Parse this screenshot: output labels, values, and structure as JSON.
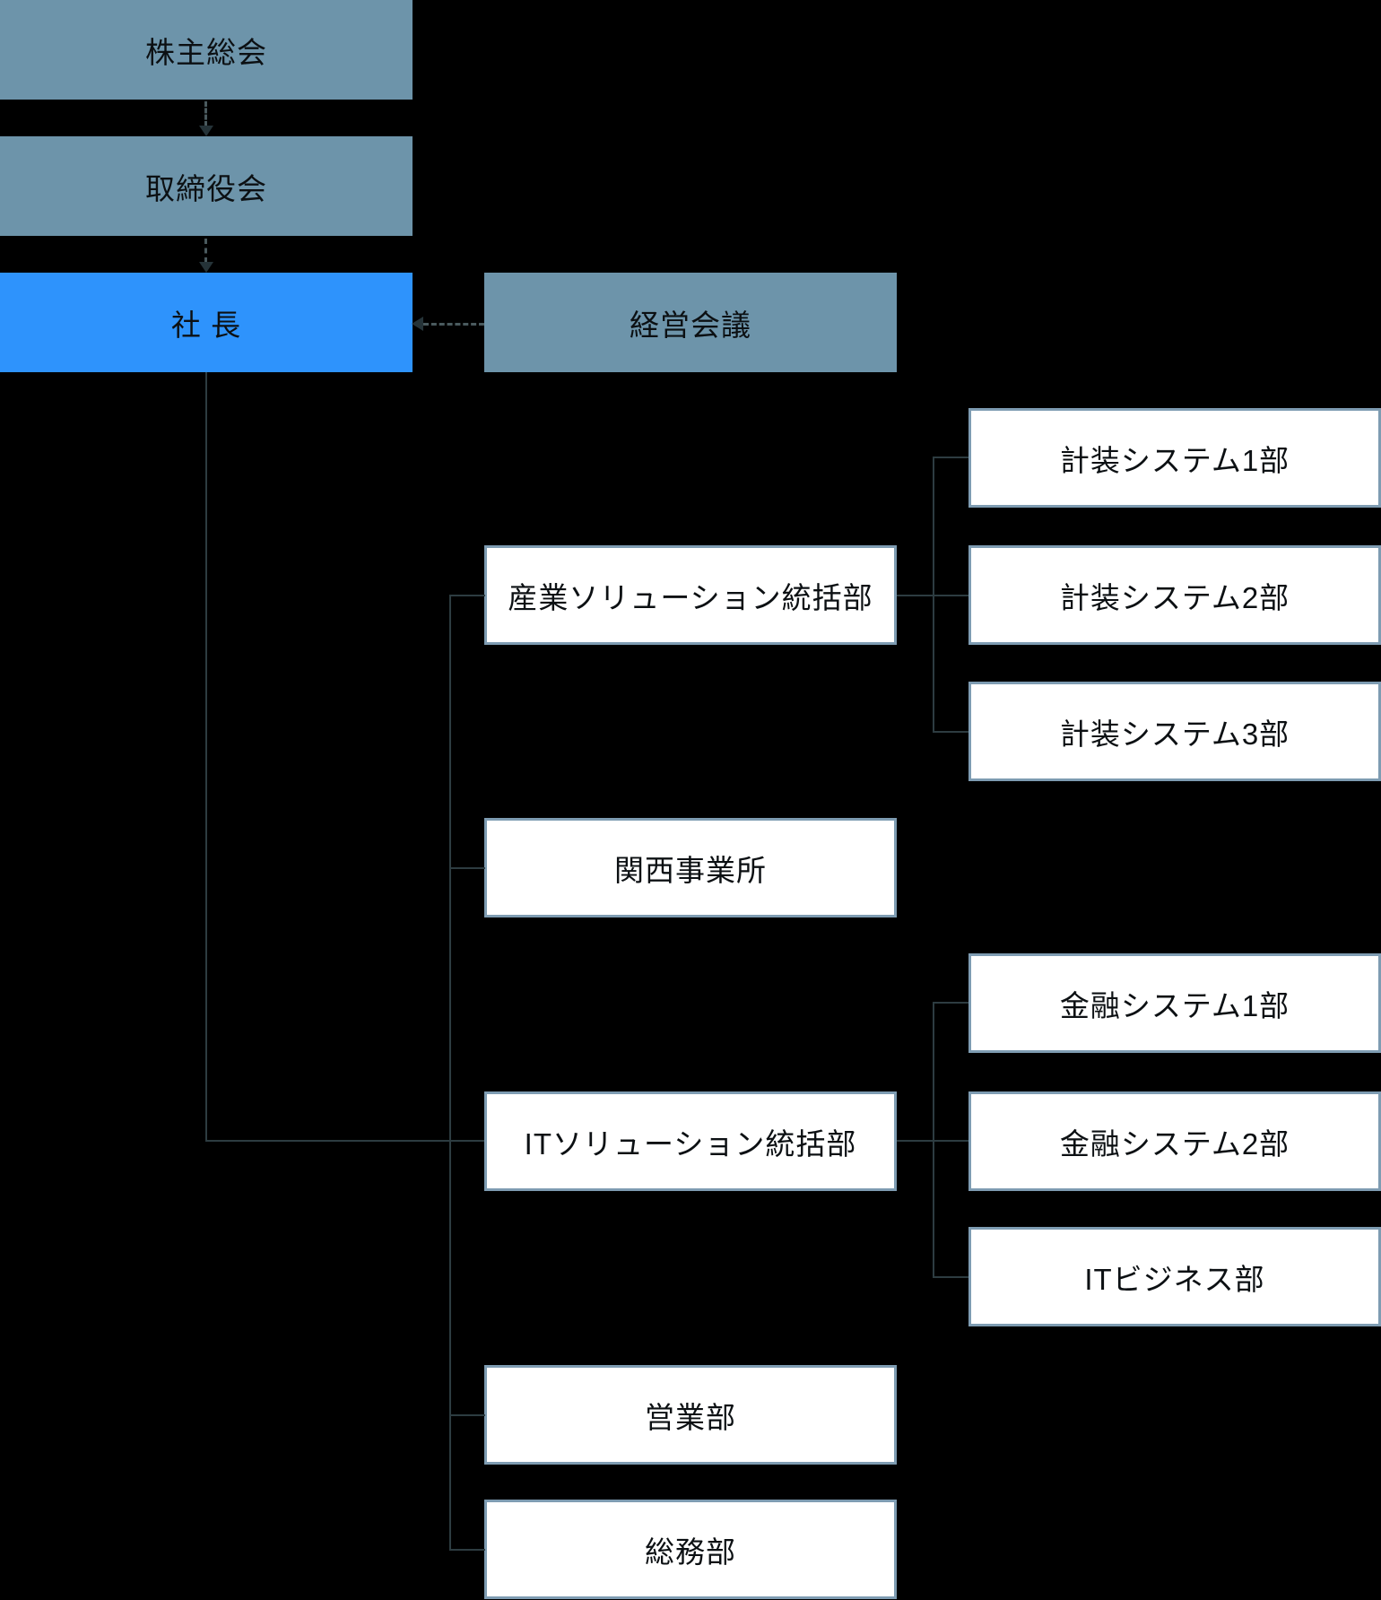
{
  "diagram": {
    "type": "organization-chart",
    "background_color": "#000000",
    "colors": {
      "governance_box": "#6D94AA",
      "president_box": "#2E93FC",
      "department_box_fill": "#FFFFFF",
      "department_box_border": "#7E9CB2",
      "solid_connector": "#2D3C41",
      "dashed_connector": "#4A5A5E",
      "arrowhead": "#253338",
      "text": "#0C1013"
    },
    "nodes": {
      "shareholders": {
        "label": "株主総会",
        "type": "governance"
      },
      "board": {
        "label": "取締役会",
        "type": "governance"
      },
      "president": {
        "label": "社 長",
        "type": "president"
      },
      "management_meeting": {
        "label": "経営会議",
        "type": "governance"
      },
      "industrial_solutions": {
        "label": "産業ソリューション統括部",
        "type": "department"
      },
      "instrumentation_sys_1": {
        "label": "計装システム1部",
        "type": "department"
      },
      "instrumentation_sys_2": {
        "label": "計装システム2部",
        "type": "department"
      },
      "instrumentation_sys_3": {
        "label": "計装システム3部",
        "type": "department"
      },
      "kansai_office": {
        "label": "関西事業所",
        "type": "department"
      },
      "financial_sys_1": {
        "label": "金融システム1部",
        "type": "department"
      },
      "it_solutions": {
        "label": "ITソリューション統括部",
        "type": "department"
      },
      "financial_sys_2": {
        "label": "金融システム2部",
        "type": "department"
      },
      "it_business": {
        "label": "ITビジネス部",
        "type": "department"
      },
      "sales": {
        "label": "営業部",
        "type": "department"
      },
      "general_affairs": {
        "label": "総務部",
        "type": "department"
      }
    },
    "edges": [
      {
        "from": "shareholders",
        "to": "board",
        "style": "dashed-arrow-down"
      },
      {
        "from": "board",
        "to": "president",
        "style": "dashed-arrow-down"
      },
      {
        "from": "management_meeting",
        "to": "president",
        "style": "dashed-arrow-left"
      },
      {
        "from": "president",
        "to": "industrial_solutions",
        "style": "solid"
      },
      {
        "from": "president",
        "to": "kansai_office",
        "style": "solid"
      },
      {
        "from": "president",
        "to": "it_solutions",
        "style": "solid"
      },
      {
        "from": "president",
        "to": "sales",
        "style": "solid"
      },
      {
        "from": "president",
        "to": "general_affairs",
        "style": "solid"
      },
      {
        "from": "industrial_solutions",
        "to": "instrumentation_sys_1",
        "style": "solid"
      },
      {
        "from": "industrial_solutions",
        "to": "instrumentation_sys_2",
        "style": "solid"
      },
      {
        "from": "industrial_solutions",
        "to": "instrumentation_sys_3",
        "style": "solid"
      },
      {
        "from": "it_solutions",
        "to": "financial_sys_1",
        "style": "solid"
      },
      {
        "from": "it_solutions",
        "to": "financial_sys_2",
        "style": "solid"
      },
      {
        "from": "it_solutions",
        "to": "it_business",
        "style": "solid"
      }
    ]
  }
}
